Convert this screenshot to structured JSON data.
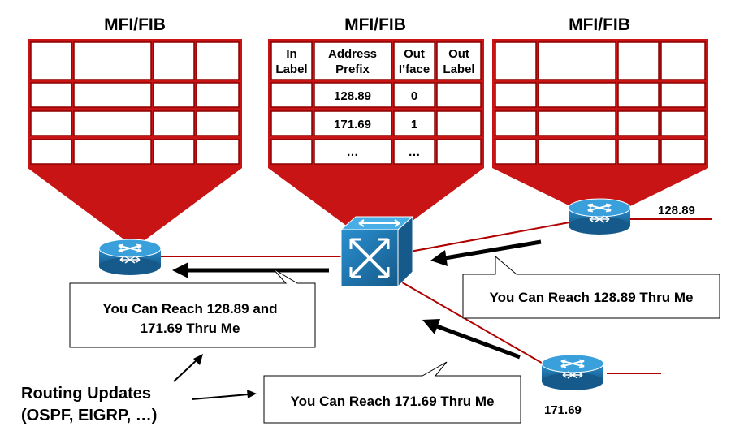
{
  "tables": [
    {
      "title": "MFI/FIB"
    },
    {
      "title": "MFI/FIB",
      "headers": [
        [
          "In",
          "Label"
        ],
        [
          "Address",
          "Prefix"
        ],
        [
          "Out",
          "I’face"
        ],
        [
          "Out",
          "Label"
        ]
      ],
      "rows": [
        [
          "",
          "128.89",
          "0",
          ""
        ],
        [
          "",
          "171.69",
          "1",
          ""
        ],
        [
          "",
          "…",
          "…",
          ""
        ]
      ]
    },
    {
      "title": "MFI/FIB"
    }
  ],
  "networks": {
    "top_right": "128.89",
    "bottom_right": "171.69"
  },
  "callouts": {
    "left_line1": "You Can Reach 128.89 and",
    "left_line2": "171.69 Thru Me",
    "right": "You Can Reach 128.89 Thru Me",
    "bottom": "You Can Reach 171.69 Thru Me"
  },
  "note": {
    "line1": "Routing Updates",
    "line2": "(OSPF, EIGRP, …)"
  },
  "colors": {
    "table_red": "#c81414",
    "link_red": "#b00000",
    "router_blue": "#1f7ab5"
  }
}
